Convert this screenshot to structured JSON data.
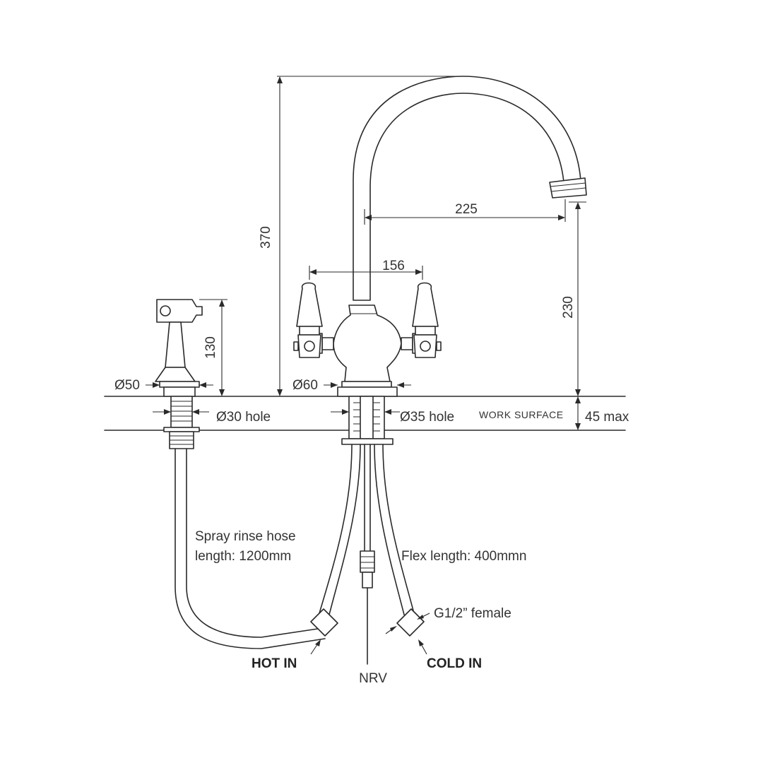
{
  "diagram": {
    "dimensions": {
      "overall_height": "370",
      "spout_reach": "225",
      "handle_span": "156",
      "spout_outlet_height": "230",
      "spray_height": "130",
      "spray_base_diameter": "Ø50",
      "body_base_diameter": "Ø60",
      "spray_hole": "Ø30 hole",
      "body_hole": "Ø35 hole",
      "max_deck_thickness": "45 max"
    },
    "labels": {
      "work_surface": "WORK SURFACE",
      "spray_hose_line1": "Spray rinse hose",
      "spray_hose_line2": "length: 1200mm",
      "flex_length": "Flex length: 400mmn",
      "connector": "G1/2” female",
      "hot_in": "HOT IN",
      "cold_in": "COLD IN",
      "nrv": "NRV"
    },
    "colors": {
      "line": "#2a2a2a",
      "text": "#333333",
      "background": "#ffffff"
    }
  }
}
